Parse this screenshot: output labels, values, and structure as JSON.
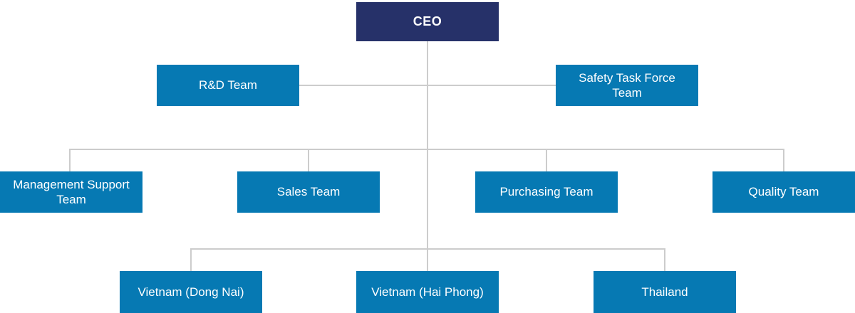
{
  "diagram_type": "organization-chart",
  "colors": {
    "root_box": "#263169",
    "team_box": "#0679B3",
    "connector_line": "#CCCCCC",
    "label_text": "#FFFFFF",
    "background": "#FFFFFF"
  },
  "nodes": {
    "ceo": {
      "label": "CEO",
      "level": 0
    },
    "rnd": {
      "label": "R&D Team",
      "level": 1
    },
    "safety": {
      "label": "Safety Task Force\nTeam",
      "level": 1
    },
    "mgmt_support": {
      "label": "Management Support\nTeam",
      "level": 2
    },
    "sales": {
      "label": "Sales Team",
      "level": 2
    },
    "purchasing": {
      "label": "Purchasing Team",
      "level": 2
    },
    "quality": {
      "label": "Quality Team",
      "level": 2
    },
    "vietnam_dong_nai": {
      "label": "Vietnam (Dong Nai)",
      "level": 3
    },
    "vietnam_hai_phong": {
      "label": "Vietnam (Hai Phong)",
      "level": 3
    },
    "thailand": {
      "label": "Thailand",
      "level": 3
    }
  },
  "hierarchy": {
    "root": "CEO",
    "staff_branches": [
      "R&D Team",
      "Safety Task Force Team"
    ],
    "department_teams": [
      "Management Support Team",
      "Sales Team",
      "Purchasing Team",
      "Quality Team"
    ],
    "overseas_sites": [
      "Vietnam (Dong Nai)",
      "Vietnam (Hai Phong)",
      "Thailand"
    ]
  }
}
